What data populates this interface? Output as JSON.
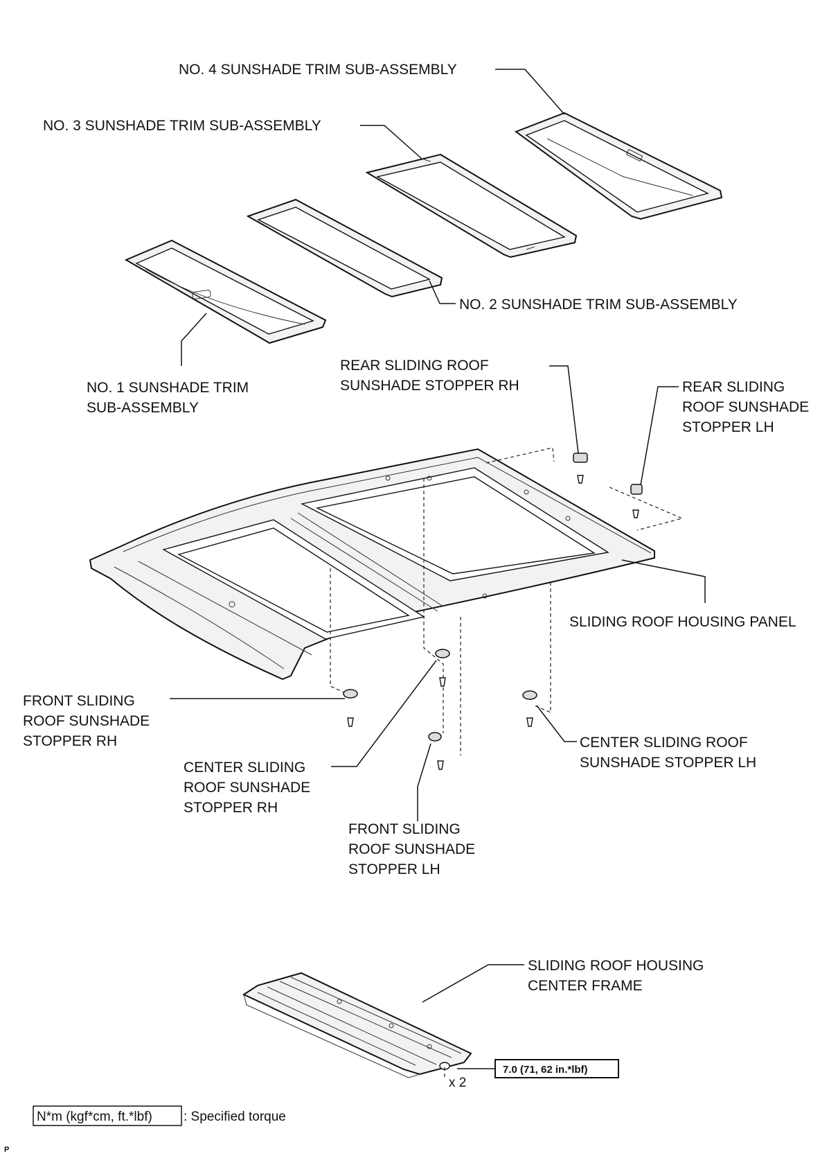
{
  "labels": {
    "no4": "NO. 4 SUNSHADE TRIM SUB-ASSEMBLY",
    "no3": "NO. 3 SUNSHADE TRIM SUB-ASSEMBLY",
    "no2": "NO. 2 SUNSHADE TRIM SUB-ASSEMBLY",
    "no1_line1": "NO. 1 SUNSHADE TRIM",
    "no1_line2": "SUB-ASSEMBLY",
    "rear_rh_line1": "REAR SLIDING ROOF",
    "rear_rh_line2": "SUNSHADE STOPPER RH",
    "rear_lh_line1": "REAR SLIDING",
    "rear_lh_line2": "ROOF SUNSHADE",
    "rear_lh_line3": "STOPPER LH",
    "housing_panel": "SLIDING ROOF HOUSING PANEL",
    "front_rh_line1": "FRONT SLIDING",
    "front_rh_line2": "ROOF SUNSHADE",
    "front_rh_line3": "STOPPER RH",
    "center_lh_line1": "CENTER SLIDING ROOF",
    "center_lh_line2": "SUNSHADE STOPPER LH",
    "center_rh_line1": "CENTER SLIDING",
    "center_rh_line2": "ROOF SUNSHADE",
    "center_rh_line3": "STOPPER RH",
    "front_lh_line1": "FRONT SLIDING",
    "front_lh_line2": "ROOF SUNSHADE",
    "front_lh_line3": "STOPPER LH",
    "center_frame_line1": "SLIDING ROOF HOUSING",
    "center_frame_line2": "CENTER FRAME"
  },
  "torque": {
    "value": "7.0 (71, 62 in.*lbf)",
    "quantity": "x 2"
  },
  "legend": {
    "unit_box": "N*m (kgf*cm, ft.*lbf)",
    "description": ": Specified torque"
  },
  "corner_mark": "P"
}
